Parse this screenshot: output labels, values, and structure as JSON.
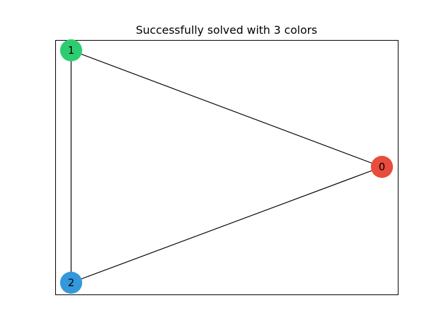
{
  "figure": {
    "title": "Successfully solved with 3 colors"
  },
  "graph": {
    "nodes": [
      {
        "id": "0",
        "label": "0",
        "color": "#e74c3c"
      },
      {
        "id": "1",
        "label": "1",
        "color": "#2ecc71"
      },
      {
        "id": "2",
        "label": "2",
        "color": "#3498db"
      }
    ],
    "edges": [
      {
        "source": "1",
        "target": "0"
      },
      {
        "source": "1",
        "target": "2"
      },
      {
        "source": "2",
        "target": "0"
      }
    ]
  }
}
